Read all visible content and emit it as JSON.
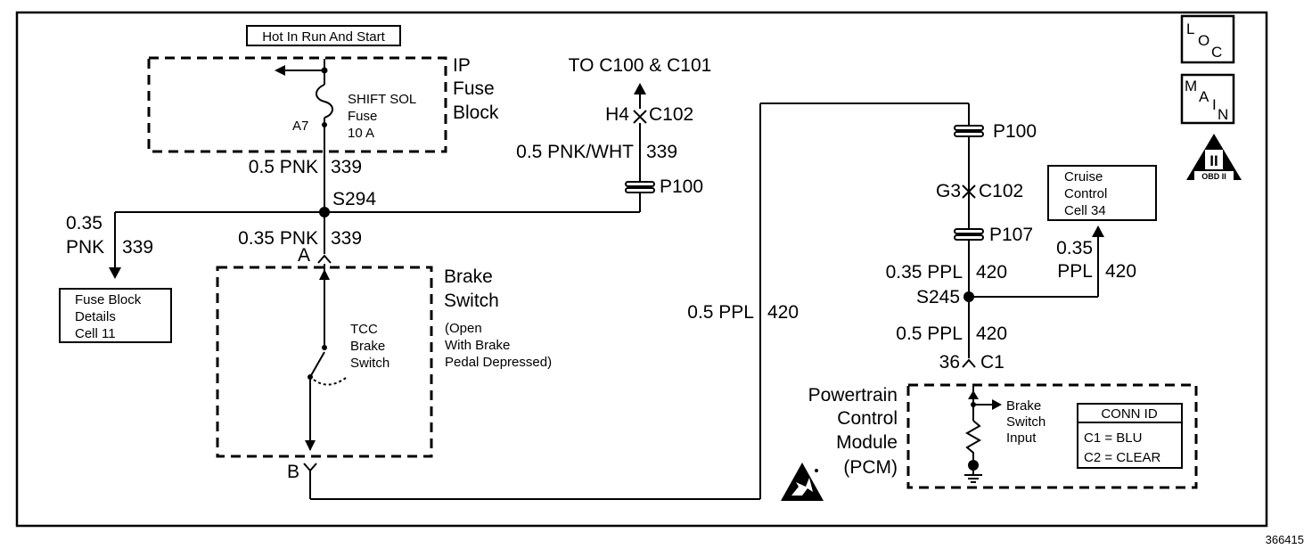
{
  "labels": {
    "hot_in_run": "Hot In Run And Start",
    "ip_fuse_block_1": "IP",
    "ip_fuse_block_2": "Fuse",
    "ip_fuse_block_3": "Block",
    "shift_sol_1": "SHIFT SOL",
    "shift_sol_2": "Fuse",
    "shift_sol_3": "10 A",
    "fuse_pin": "A7",
    "wire_05pnk": "0.5 PNK",
    "circuit_339_a": "339",
    "splice_s294": "S294",
    "wire_035_a": "0.35",
    "wire_pnk_a": "PNK",
    "circuit_339_b": "339",
    "wire_035pnk": "0.35 PNK",
    "circuit_339_c": "339",
    "conn_a": "A",
    "fuse_details_1": "Fuse Block",
    "fuse_details_2": "Details",
    "fuse_details_3": "Cell 11",
    "brake_switch_1": "Brake",
    "brake_switch_2": "Switch",
    "brake_note_1": "(Open",
    "brake_note_2": "With Brake",
    "brake_note_3": "Pedal Depressed)",
    "tcc_1": "TCC",
    "tcc_2": "Brake",
    "tcc_3": "Switch",
    "conn_b": "B",
    "to_c100": "TO C100 & C101",
    "h4": "H4",
    "c102_a": "C102",
    "wire_05pnkwht": "0.5 PNK/WHT",
    "circuit_339_d": "339",
    "p100_a": "P100",
    "wire_05ppl_a": "0.5 PPL",
    "circuit_420_a": "420",
    "p100_b": "P100",
    "g3": "G3",
    "c102_b": "C102",
    "p107": "P107",
    "wire_035ppl": "0.35 PPL",
    "circuit_420_b": "420",
    "splice_s245": "S245",
    "wire_035_b": "0.35",
    "wire_ppl_b": "PPL",
    "circuit_420_c": "420",
    "cruise_1": "Cruise",
    "cruise_2": "Control",
    "cruise_3": "Cell 34",
    "wire_05ppl_b": "0.5 PPL",
    "circuit_420_d": "420",
    "pin_36": "36",
    "conn_c1": "C1",
    "pcm_1": "Powertrain",
    "pcm_2": "Control",
    "pcm_3": "Module",
    "pcm_4": "(PCM)",
    "brake_input_1": "Brake",
    "brake_input_2": "Switch",
    "brake_input_3": "Input",
    "conn_id": "CONN ID",
    "c1_blu": "C1 = BLU",
    "c2_clear": "C2 = CLEAR",
    "loc_l": "L",
    "loc_o": "O",
    "loc_c": "C",
    "main_m": "M",
    "main_a": "A",
    "main_i": "I",
    "main_n": "N",
    "obd_roman": "II",
    "obd_text": "OBD II",
    "figure_number": "366415"
  },
  "icons": {
    "esd": "esd-warning-icon",
    "obd": "obd-ii-icon",
    "ground": "ground-icon"
  }
}
